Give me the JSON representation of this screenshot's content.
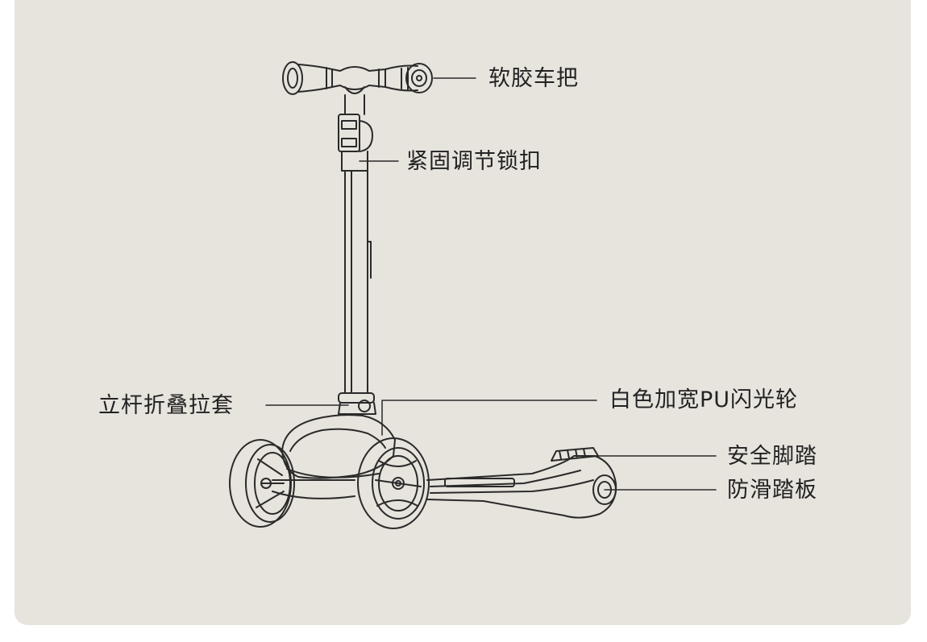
{
  "background_color": "#e7e3dd",
  "line_color": "#2a2a2a",
  "labels": {
    "handlebar": "软胶车把",
    "lock": "紧固调节锁扣",
    "fold_sleeve": "立杆折叠拉套",
    "wheel": "白色加宽PU闪光轮",
    "foot_brake": "安全脚踏",
    "anti_slip_deck": "防滑踏板"
  }
}
